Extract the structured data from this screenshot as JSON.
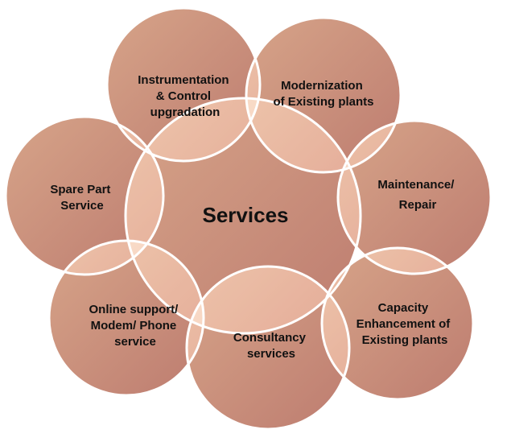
{
  "center": {
    "label": "Services"
  },
  "nodes": [
    {
      "lines": [
        "Instrumentation",
        "& Control",
        "upgradation"
      ]
    },
    {
      "lines": [
        "Modernization",
        "of Existing plants"
      ]
    },
    {
      "lines": [
        "Maintenance/",
        "Repair"
      ]
    },
    {
      "lines": [
        "Capacity",
        "Enhancement of",
        "Existing plants"
      ]
    },
    {
      "lines": [
        "Consultancy",
        "services"
      ]
    },
    {
      "lines": [
        "Online support/",
        "Modem/ Phone",
        "service"
      ]
    },
    {
      "lines": [
        "Spare Part",
        "Service"
      ]
    }
  ],
  "colors": {
    "fill_light": "#cf9476",
    "fill_dark": "#b8705f",
    "stroke": "#ffffff"
  }
}
